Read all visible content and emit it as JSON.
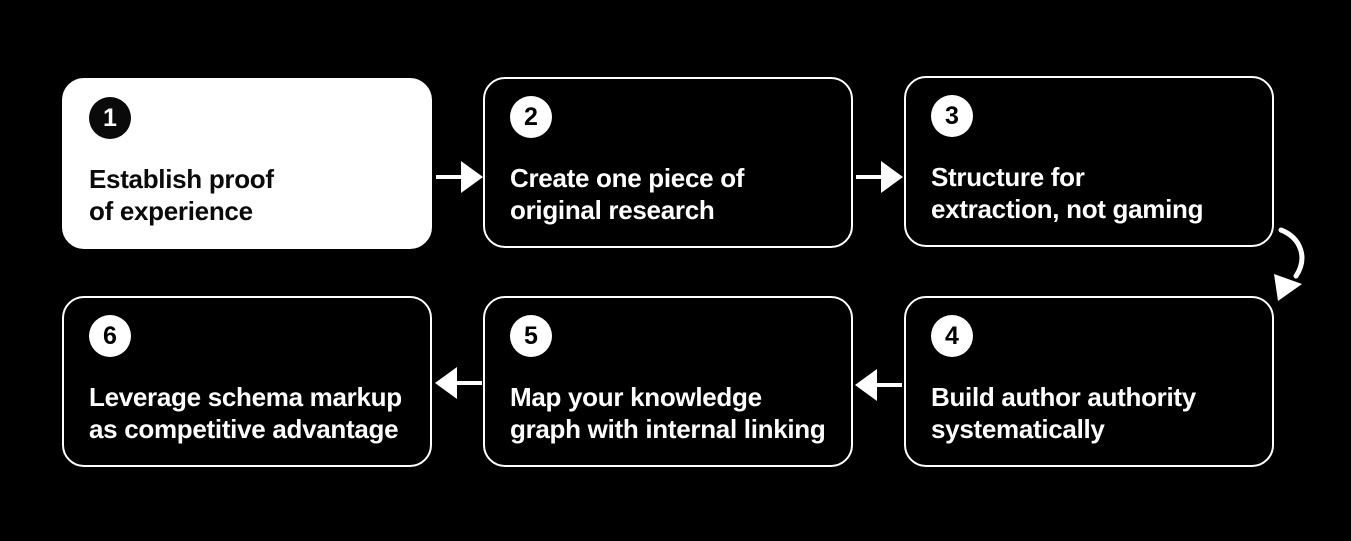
{
  "diagram": {
    "type": "flowchart",
    "background_color": "#000000",
    "colors": {
      "card_dark_bg": "#000000",
      "card_dark_border": "#ffffff",
      "card_dark_text": "#ffffff",
      "card_light_bg": "#ffffff",
      "card_light_text": "#0a0a0a",
      "arrow": "#ffffff"
    },
    "steps": [
      {
        "number": "1",
        "variant": "light",
        "lines": [
          "Establish proof",
          "of experience"
        ]
      },
      {
        "number": "2",
        "variant": "dark",
        "lines": [
          "Create one piece of",
          "original research"
        ]
      },
      {
        "number": "3",
        "variant": "dark",
        "lines": [
          "Structure for",
          "extraction, not gaming"
        ]
      },
      {
        "number": "4",
        "variant": "dark",
        "lines": [
          "Build author authority",
          "systematically"
        ]
      },
      {
        "number": "5",
        "variant": "dark",
        "lines": [
          "Map your knowledge",
          "graph with internal linking"
        ]
      },
      {
        "number": "6",
        "variant": "dark",
        "lines": [
          "Leverage schema markup",
          "as competitive advantage"
        ]
      }
    ],
    "arrows": [
      {
        "from": "1",
        "to": "2",
        "direction": "right"
      },
      {
        "from": "2",
        "to": "3",
        "direction": "right"
      },
      {
        "from": "3",
        "to": "4",
        "direction": "curve-down"
      },
      {
        "from": "4",
        "to": "5",
        "direction": "left"
      },
      {
        "from": "5",
        "to": "6",
        "direction": "left"
      }
    ]
  }
}
